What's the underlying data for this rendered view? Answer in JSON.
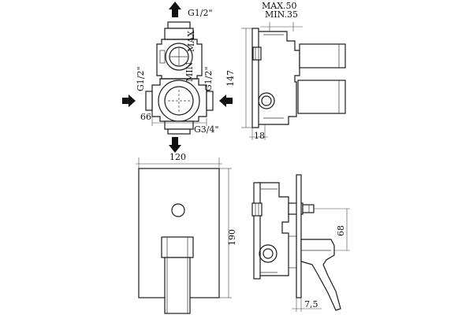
{
  "labels": {
    "top_port": "G1/2\"",
    "left_port": "G1/2\"",
    "right_port": "G1/2\"",
    "bottom_port": "G3/4\"",
    "dim_66": "66",
    "max_depth": "MAX.50",
    "min_depth": "MIN.35",
    "dim_147": "147",
    "dim_18": "18",
    "plate_width": "120",
    "plate_height": "190",
    "dim_68": "68",
    "dim_7_5": "7,5",
    "body_max": "MAX",
    "body_min": "MIN"
  }
}
